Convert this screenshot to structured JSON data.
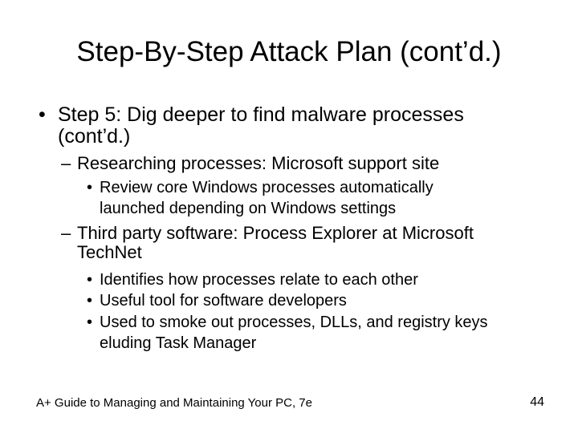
{
  "slide": {
    "title": "Step-By-Step Attack Plan (cont’d.)",
    "bullets": [
      {
        "level": 1,
        "marker": "•",
        "lines": [
          "Step 5: Dig deeper to find malware processes",
          "(cont’d.)"
        ]
      },
      {
        "level": 2,
        "marker": "–",
        "lines": [
          "Researching processes: Microsoft support site"
        ]
      },
      {
        "level": 3,
        "marker": "•",
        "lines": [
          "Review core Windows processes automatically",
          "launched depending on Windows settings"
        ]
      },
      {
        "level": 2,
        "marker": "–",
        "lines": [
          "Third party software:  Process Explorer at Microsoft",
          "TechNet"
        ]
      },
      {
        "level": 3,
        "marker": "•",
        "lines": [
          "Identifies how processes relate to each other"
        ]
      },
      {
        "level": 3,
        "marker": "•",
        "lines": [
          "Useful tool for software developers"
        ]
      },
      {
        "level": 3,
        "marker": "•",
        "lines": [
          "Used to smoke out processes, DLLs, and registry keys",
          "eluding Task Manager"
        ]
      }
    ],
    "footer": {
      "left_text": "A+ Guide to Managing and Maintaining Your PC, 7e",
      "page": "44"
    },
    "colors": {
      "background": "#ffffff",
      "text": "#000000"
    }
  }
}
